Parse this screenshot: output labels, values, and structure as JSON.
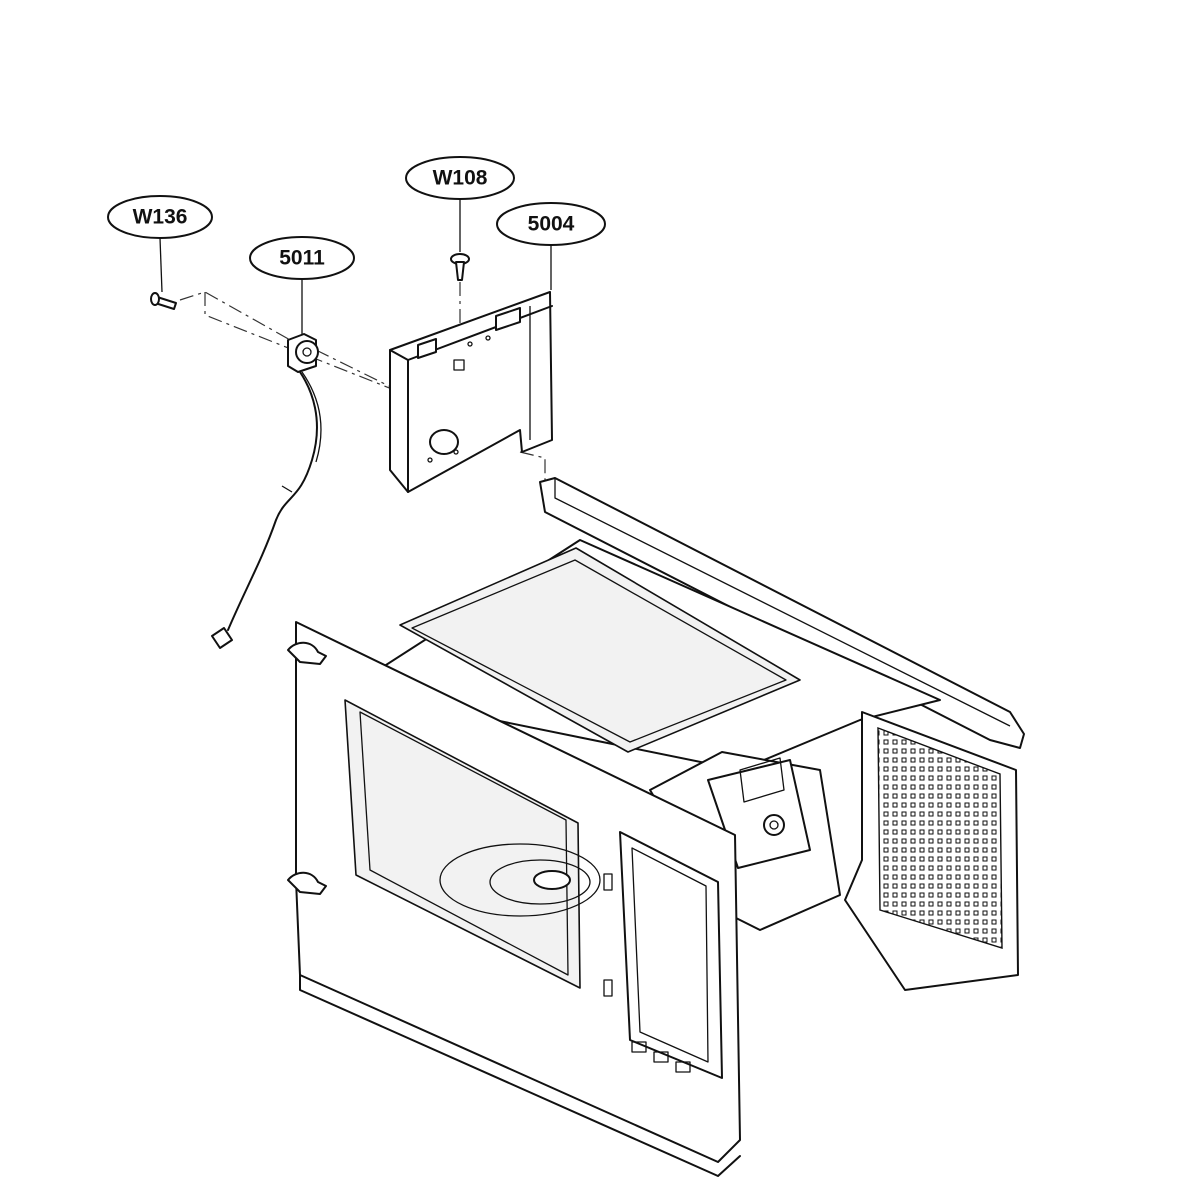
{
  "callouts": [
    {
      "id": "W136"
    },
    {
      "id": "5011"
    },
    {
      "id": "W108"
    },
    {
      "id": "5004"
    }
  ]
}
